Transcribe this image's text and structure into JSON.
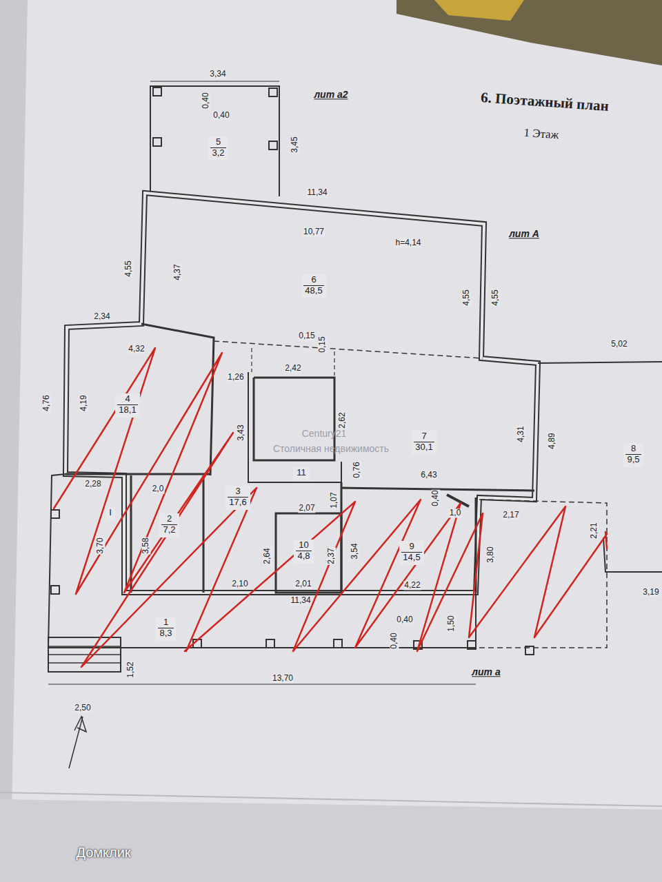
{
  "diagram": {
    "title": "6. Поэтажный план",
    "nodes": [
      {
        "text": [
          "5",
          "3,2"
        ]
      },
      {
        "text": [
          "6",
          "48,5"
        ]
      },
      {
        "text": [
          "4",
          "18,1"
        ]
      },
      {
        "text": [
          "7",
          "30,1"
        ]
      },
      {
        "text": [
          "11"
        ]
      },
      {
        "text": [
          "3",
          "17,6"
        ]
      },
      {
        "text": [
          "I"
        ]
      },
      {
        "text": [
          "2",
          "7,2"
        ]
      },
      {
        "text": [
          "10",
          "4,8"
        ]
      },
      {
        "text": [
          "9",
          "14,5"
        ]
      },
      {
        "text": [
          "8",
          "9,5"
        ]
      },
      {
        "text": [
          "1",
          "8,3"
        ]
      }
    ],
    "labels": [
      "лит а2",
      "1 Этаж",
      "3,34",
      "0,40",
      "0,40",
      "3,45",
      "11,34",
      "10,77",
      "h=4,14",
      "лит А",
      "4,55",
      "4,37",
      "4,55",
      "4,55",
      "2,34",
      "0,15",
      "0,15",
      "5,02",
      "4,32",
      "2,42",
      "4,76",
      "4,19",
      "1,26",
      "3,43",
      "2,62",
      "4,31",
      "4,89",
      "0,76",
      "6,43",
      "2,28",
      "2,0",
      "1,07",
      "0,40",
      "1,0",
      "2,07",
      "2,17",
      "3,70",
      "3,58",
      "2,64",
      "2,37",
      "3,54",
      "3,80",
      "2,21",
      "2,10",
      "2,01",
      "4,22",
      "3,19",
      "11,34",
      "0,40",
      "0,40",
      "1,50",
      "1,52",
      "13,70",
      "лит а",
      "2,50",
      "Century21",
      "Столичная недвижимость",
      "Домклик"
    ]
  }
}
